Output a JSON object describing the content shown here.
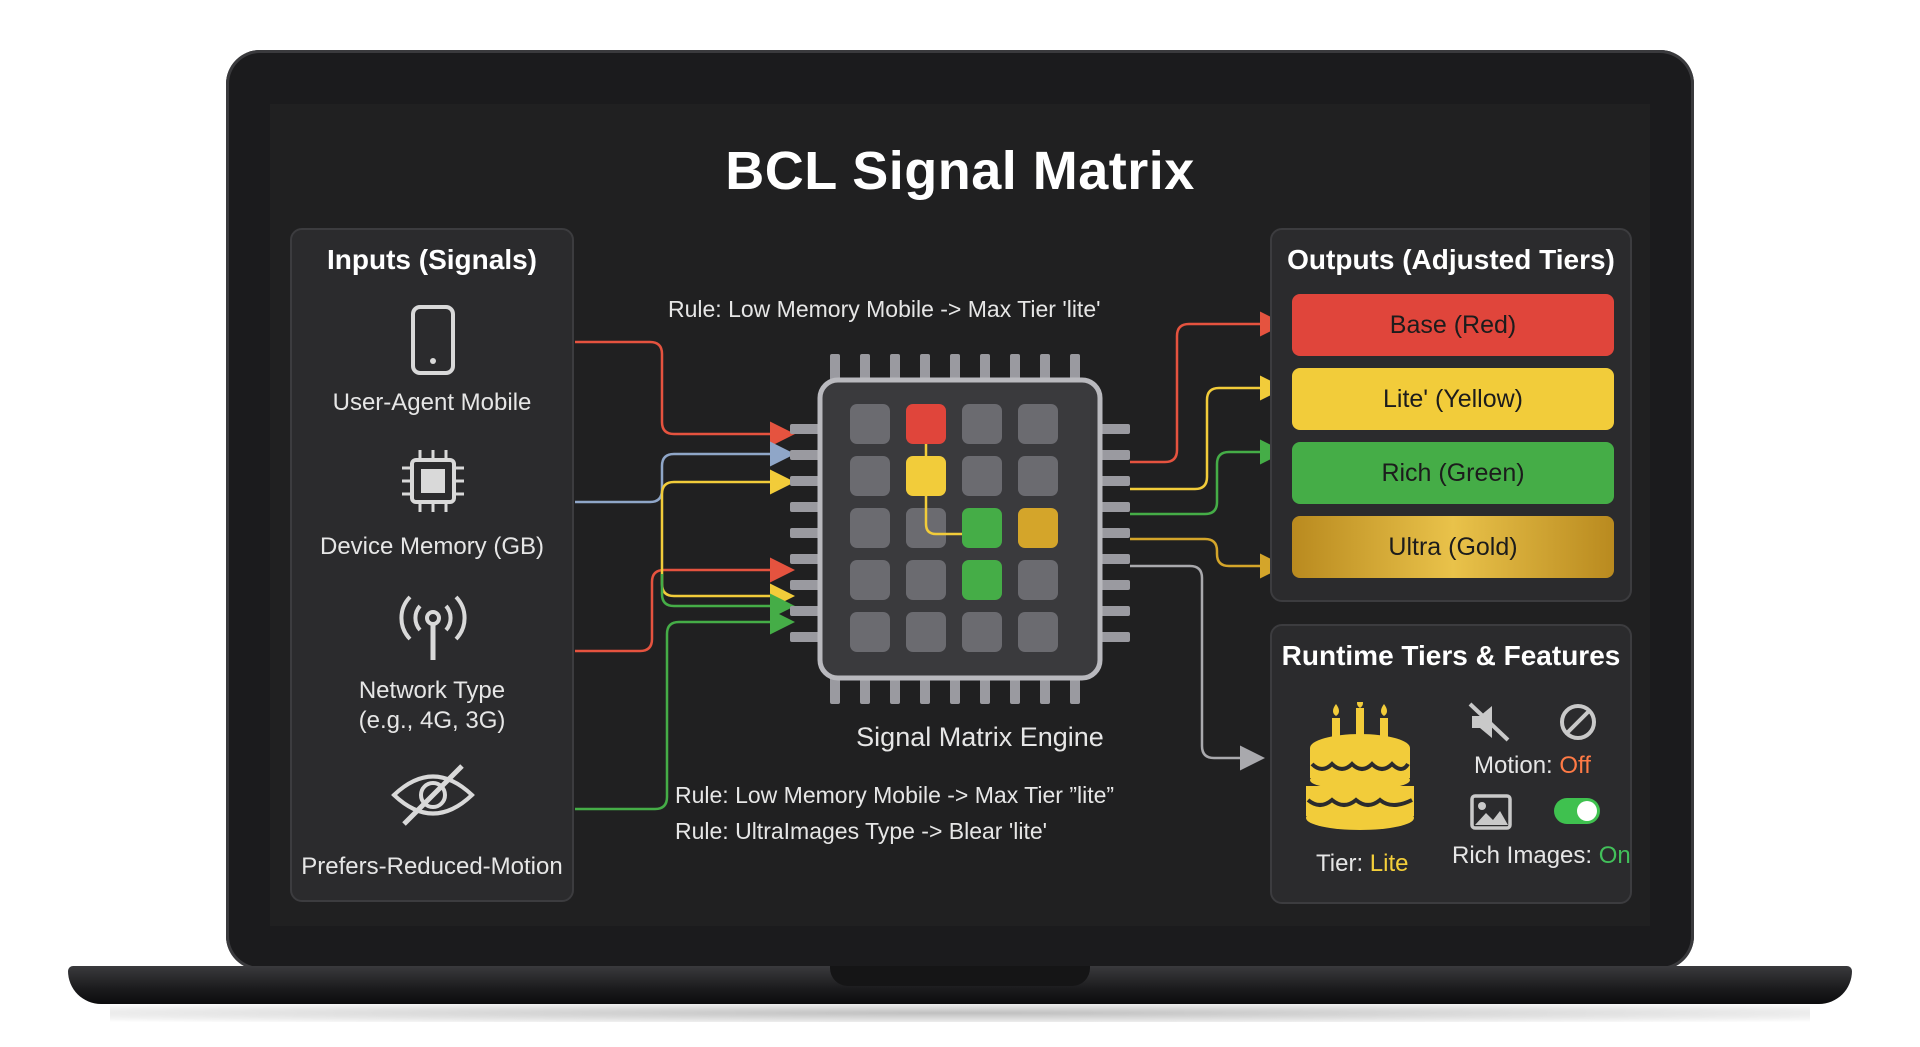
{
  "title": "BCL Signal Matrix",
  "inputs": {
    "heading": "Inputs (Signals)",
    "items": [
      {
        "label": "User-Agent Mobile",
        "icon": "smartphone-icon"
      },
      {
        "label": "Device Memory (GB)",
        "icon": "chip-icon"
      },
      {
        "label": "Network Type",
        "label2": "(e.g., 4G, 3G)",
        "icon": "antenna-icon"
      },
      {
        "label": "Prefers-Reduced-Motion",
        "icon": "eye-off-icon"
      }
    ]
  },
  "rules": {
    "top": "Rule: Low Memory Mobile -> Max Tier 'lite'",
    "bottom1": "Rule: Low Memory Mobile -> Max Tier ”lite”",
    "bottom2": "Rule: UltraImages Type -> Blear 'lite'"
  },
  "engine": {
    "label": "Signal Matrix Engine"
  },
  "outputs": {
    "heading": "Outputs (Adjusted Tiers)",
    "tiers": [
      {
        "label": "Base (Red)",
        "color": "#e0453b"
      },
      {
        "label": "Lite' (Yellow)",
        "color": "#f2cc3a"
      },
      {
        "label": "Rich (Green)",
        "color": "#45ad47"
      },
      {
        "label": "Ultra (Gold)",
        "color": "#d4a52a"
      }
    ]
  },
  "runtime": {
    "heading": "Runtime Tiers & Features",
    "tier_label": "Tier:",
    "tier_value": "Lite",
    "motion_label": "Motion:",
    "motion_value": "Off",
    "images_label": "Rich Images:",
    "images_value": "On"
  },
  "colors": {
    "red": "#e0453b",
    "yellow": "#f2cc3a",
    "green": "#45ad47",
    "gold": "#d4a52a",
    "blue": "#8fa6c8",
    "gray": "#a9a9ad"
  }
}
